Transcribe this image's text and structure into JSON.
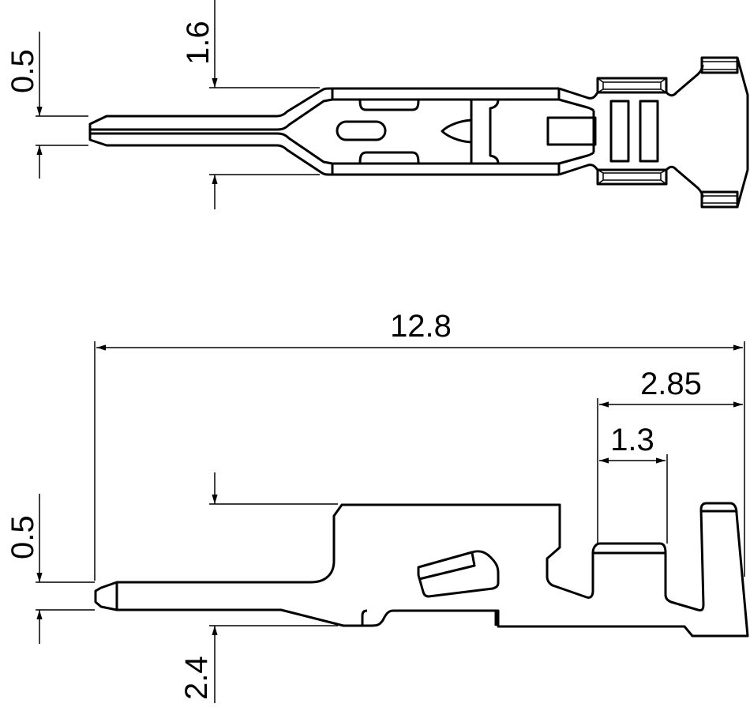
{
  "top_view": {
    "dimensions": {
      "pin_thickness": "0.5",
      "body_width": "1.6"
    }
  },
  "side_view": {
    "dimensions": {
      "overall_length": "12.8",
      "crimp_section_length": "2.85",
      "wire_barrel_length": "1.3",
      "pin_thickness": "0.5",
      "body_height": "2.4"
    }
  }
}
